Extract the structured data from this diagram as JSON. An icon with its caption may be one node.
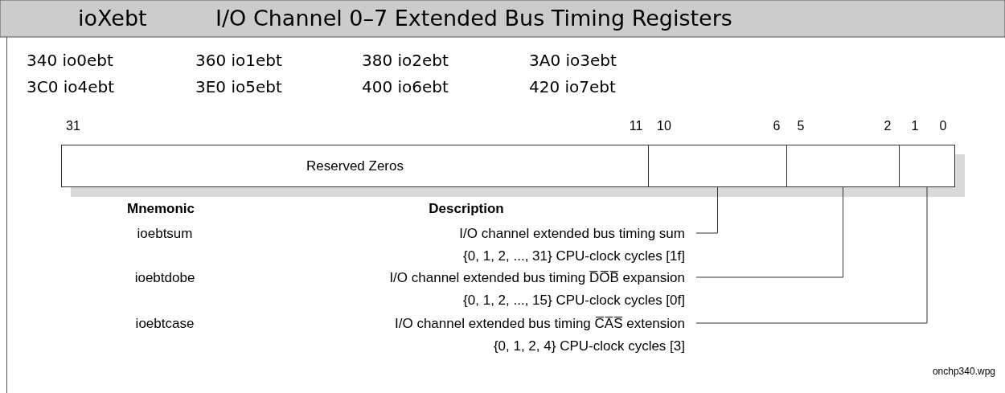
{
  "diagram": {
    "title": "I/O Channel 0–7 Extended Bus Timing Registers",
    "nodes": [
      {
        "text": [
          "Reserved Zeros"
        ]
      },
      {
        "text": [],
        "shape": "box"
      },
      {
        "text": [],
        "shape": "box"
      },
      {
        "text": [],
        "shape": "box"
      },
      {
        "text": [
          "I/O channel extended bus timing sum",
          "{0, 1, 2, ..., 31} CPU-clock cycles [1f]"
        ]
      },
      {
        "text": [
          "I/O channel extended bus timing D̅O̅B̅ expansion",
          "{0, 1, 2, ..., 15} CPU-clock cycles [0f]"
        ]
      },
      {
        "text": [
          "I/O channel extended bus timing C̅A̅S̅ extension",
          "{0, 1, 2, 4} CPU-clock cycles [3]"
        ]
      }
    ],
    "edges": [
      {
        "from": 4,
        "to": 1,
        "arrow": "none"
      },
      {
        "from": 5,
        "to": 2,
        "arrow": "none"
      },
      {
        "from": 6,
        "to": 3,
        "arrow": "none"
      }
    ],
    "labels": [
      "ioXebt",
      "340 io0ebt",
      "360 io1ebt",
      "380 io2ebt",
      "3A0 io3ebt",
      "3C0 io4ebt",
      "3E0 io5ebt",
      "400 io6ebt",
      "420 io7ebt",
      "31",
      "11",
      "10",
      "6",
      "5",
      "2",
      "1",
      "0",
      "Mnemonic",
      "Description",
      "ioebtsum",
      "ioebtdobe",
      "ioebtcase",
      "onchp340.wpg"
    ]
  }
}
